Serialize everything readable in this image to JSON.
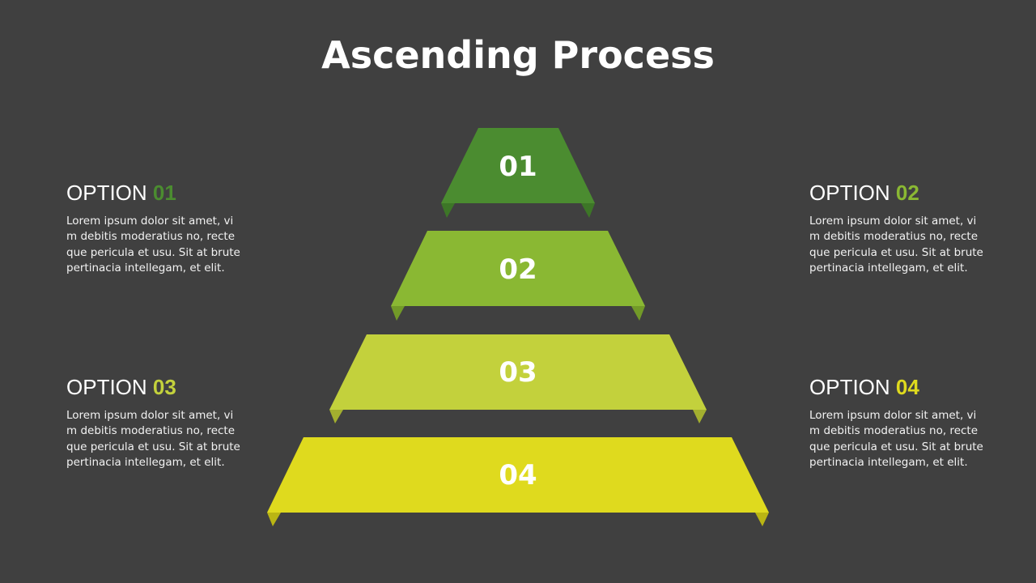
{
  "title": "Ascending Process",
  "colors": {
    "background": "#404040",
    "level1": "#4b8c30",
    "level2": "#8ab833",
    "level3": "#c3d13c",
    "level4": "#dfda1e"
  },
  "steps": [
    {
      "label": "01",
      "color": "#4b8c30",
      "tab_color": "#3d7627"
    },
    {
      "label": "02",
      "color": "#8ab833",
      "tab_color": "#729a28"
    },
    {
      "label": "03",
      "color": "#c3d13c",
      "tab_color": "#a3af2f"
    },
    {
      "label": "04",
      "color": "#dfda1e",
      "tab_color": "#bab514"
    }
  ],
  "options": [
    {
      "heading": "OPTION",
      "number": "01",
      "number_color": "#4b8c30",
      "body": "Lorem ipsum dolor sit amet, vim debitis moderatius no, recteque pericula et usu. Sit at brute pertinacia intellegam, et elit."
    },
    {
      "heading": "OPTION",
      "number": "02",
      "number_color": "#8ab833",
      "body": "Lorem ipsum dolor sit amet, vim debitis moderatius no, recteque pericula et usu. Sit at brute pertinacia intellegam, et elit."
    },
    {
      "heading": "OPTION",
      "number": "03",
      "number_color": "#c3d13c",
      "body": "Lorem ipsum dolor sit amet, vim debitis moderatius no, recteque pericula et usu. Sit at brute pertinacia intellegam, et elit."
    },
    {
      "heading": "OPTION",
      "number": "04",
      "number_color": "#dfda1e",
      "body": "Lorem ipsum dolor sit amet, vim debitis moderatius no, recteque pericula et usu. Sit at brute pertinacia intellegam, et elit."
    }
  ]
}
